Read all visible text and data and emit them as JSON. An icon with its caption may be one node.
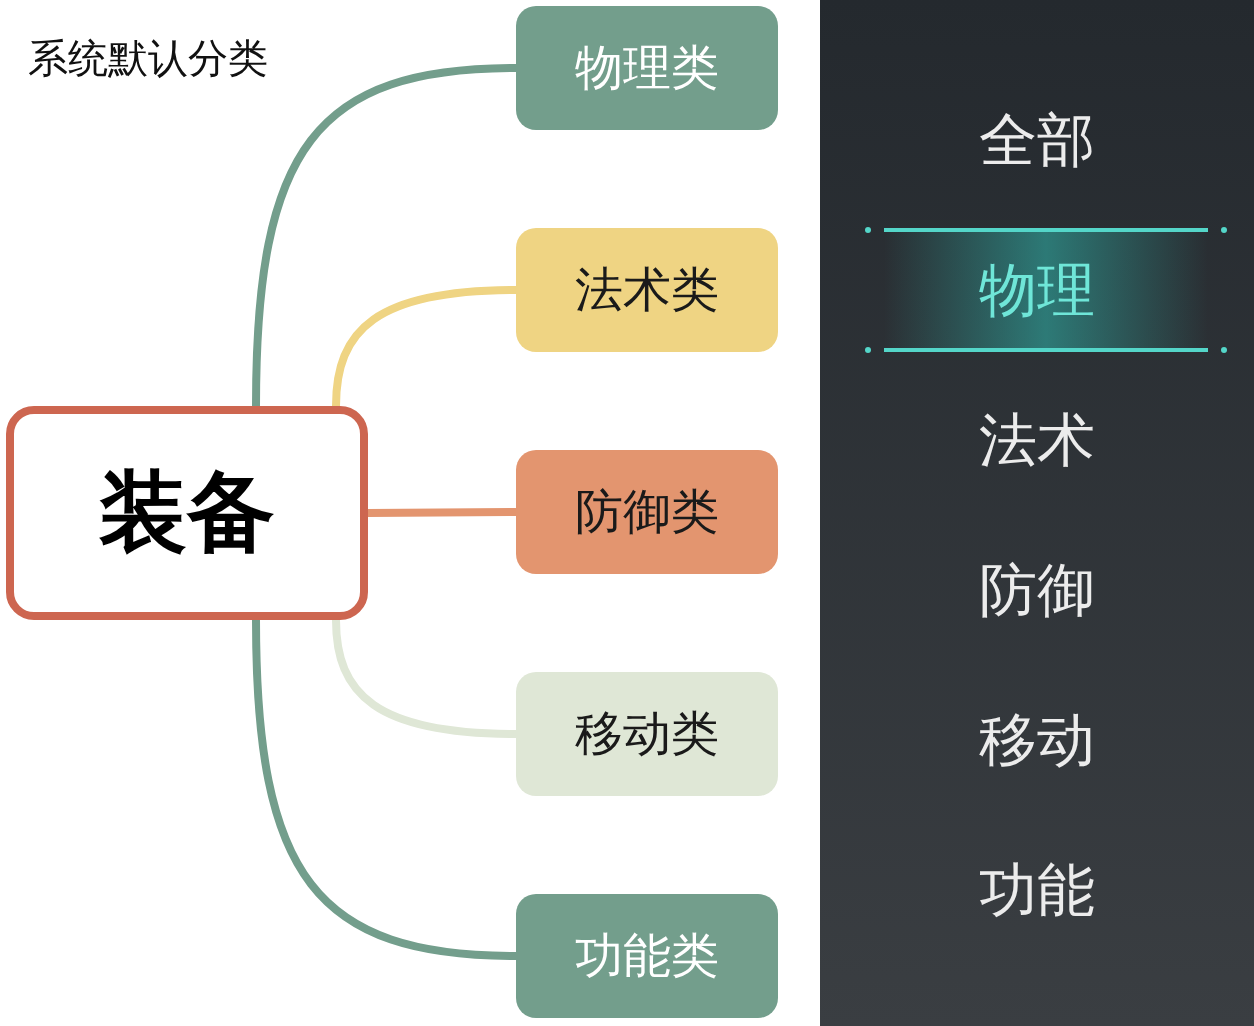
{
  "diagram": {
    "title": "系统默认分类",
    "nodes": [
      {
        "text": [
          "装备"
        ]
      },
      {
        "text": [
          "物理类"
        ]
      },
      {
        "text": [
          "法术类"
        ]
      },
      {
        "text": [
          "防御类"
        ]
      },
      {
        "text": [
          "移动类"
        ]
      },
      {
        "text": [
          "功能类"
        ]
      }
    ],
    "edges": [
      {
        "from": 0,
        "to": 1,
        "arrow": "none"
      },
      {
        "from": 0,
        "to": 2,
        "arrow": "none",
        "color": "#efd483"
      },
      {
        "from": 0,
        "to": 3,
        "arrow": "none",
        "color": "#e3956f"
      },
      {
        "from": 0,
        "to": 4,
        "arrow": "none",
        "color": "#dfe7d6"
      },
      {
        "from": 0,
        "to": 5,
        "arrow": "none"
      }
    ],
    "labels": [
      "全部",
      "物理",
      "法术",
      "防御",
      "移动",
      "功能"
    ]
  }
}
